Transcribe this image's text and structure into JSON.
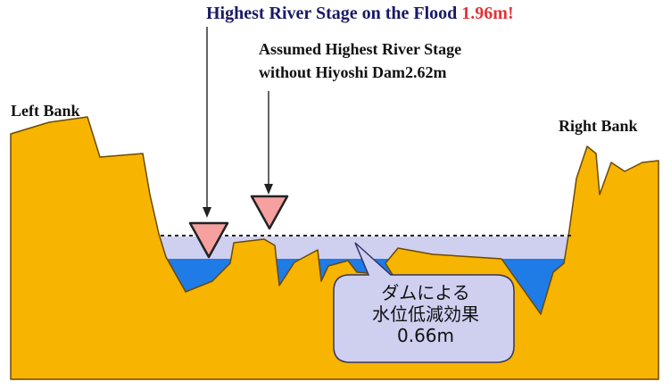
{
  "labels": {
    "highest_stage_text": "Highest River Stage on the Flood ",
    "highest_stage_value": "1.96m",
    "highest_stage_suffix": "!",
    "assumed_line1": "Assumed Highest River Stage",
    "assumed_line2": "without Hiyoshi Dam2.62m",
    "left_bank": "Left Bank",
    "right_bank": "Right Bank"
  },
  "callout": {
    "line1": "ダムによる",
    "line2": "水位低減効果",
    "line3": "0.66m"
  },
  "colors": {
    "bank_fill": "#f7b400",
    "bank_outline": "#6b4a00",
    "water_actual": "#1f7be6",
    "water_reduction": "#cfcff0",
    "marker_fill": "#f6a0a0",
    "title_color": "#1a1a66",
    "value_color": "#e0343a",
    "callout_fill": "#cfcff0"
  }
}
